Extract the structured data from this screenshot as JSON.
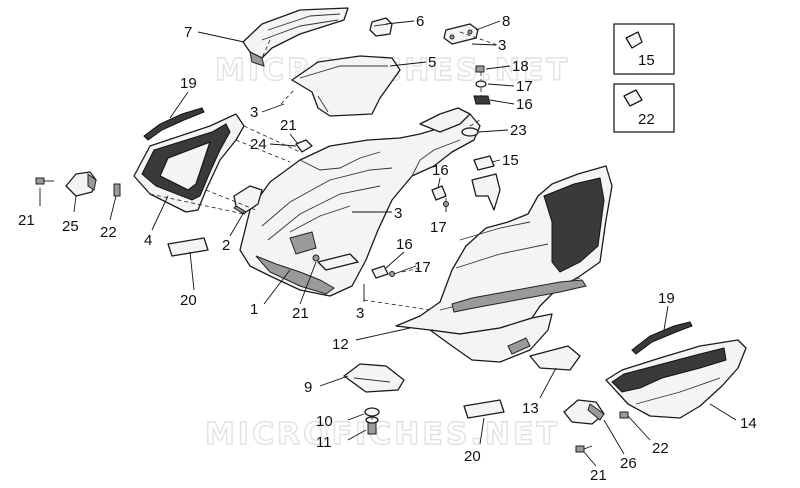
{
  "watermark": "MICROFICHES.NET",
  "callouts": [
    {
      "id": "c7",
      "text": "7"
    },
    {
      "id": "c6",
      "text": "6"
    },
    {
      "id": "c8",
      "text": "8"
    },
    {
      "id": "c3a",
      "text": "3"
    },
    {
      "id": "c5",
      "text": "5"
    },
    {
      "id": "c18",
      "text": "18"
    },
    {
      "id": "c17a",
      "text": "17"
    },
    {
      "id": "c16a",
      "text": "16"
    },
    {
      "id": "c15a",
      "text": "15"
    },
    {
      "id": "c22a",
      "text": "22"
    },
    {
      "id": "c19a",
      "text": "19"
    },
    {
      "id": "c3b",
      "text": "3"
    },
    {
      "id": "c21a",
      "text": "21"
    },
    {
      "id": "c24",
      "text": "24"
    },
    {
      "id": "c23",
      "text": "23"
    },
    {
      "id": "c16b",
      "text": "16"
    },
    {
      "id": "c15b",
      "text": "15"
    },
    {
      "id": "c21b",
      "text": "21"
    },
    {
      "id": "c25",
      "text": "25"
    },
    {
      "id": "c22b",
      "text": "22"
    },
    {
      "id": "c4",
      "text": "4"
    },
    {
      "id": "c2",
      "text": "2"
    },
    {
      "id": "c3c",
      "text": "3"
    },
    {
      "id": "c17b",
      "text": "17"
    },
    {
      "id": "c16c",
      "text": "16"
    },
    {
      "id": "c17c",
      "text": "17"
    },
    {
      "id": "c20a",
      "text": "20"
    },
    {
      "id": "c1",
      "text": "1"
    },
    {
      "id": "c21c",
      "text": "21"
    },
    {
      "id": "c3d",
      "text": "3"
    },
    {
      "id": "c19b",
      "text": "19"
    },
    {
      "id": "c12",
      "text": "12"
    },
    {
      "id": "c9",
      "text": "9"
    },
    {
      "id": "c13",
      "text": "13"
    },
    {
      "id": "c14",
      "text": "14"
    },
    {
      "id": "c10",
      "text": "10"
    },
    {
      "id": "c11",
      "text": "11"
    },
    {
      "id": "c22c",
      "text": "22"
    },
    {
      "id": "c26",
      "text": "26"
    },
    {
      "id": "c20b",
      "text": "20"
    },
    {
      "id": "c21d",
      "text": "21"
    }
  ]
}
